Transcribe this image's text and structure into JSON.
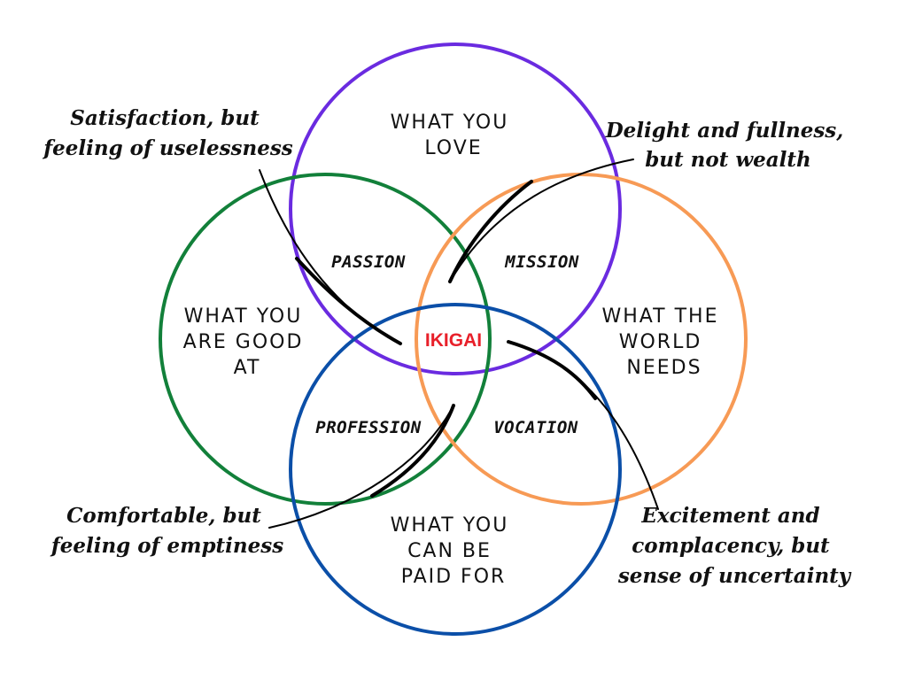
{
  "circles": [
    {
      "id": "love",
      "lines": [
        "WHAT YOU",
        "LOVE"
      ],
      "color": "#6a2be0"
    },
    {
      "id": "good",
      "lines": [
        "WHAT YOU",
        "ARE GOOD",
        "AT"
      ],
      "color": "#12803a"
    },
    {
      "id": "world",
      "lines": [
        "WHAT THE",
        "WORLD",
        "NEEDS"
      ],
      "color": "#f79a55"
    },
    {
      "id": "paid",
      "lines": [
        "WHAT YOU",
        "CAN BE",
        "PAID FOR"
      ],
      "color": "#0b4fa8"
    }
  ],
  "overlaps": {
    "passion": "PASSION",
    "mission": "MISSION",
    "profession": "PROFESSION",
    "vocation": "VOCATION"
  },
  "center": {
    "label": "IKIGAI",
    "color": "#e8202a"
  },
  "callouts": {
    "top_left": [
      "Satisfaction, but",
      "feeling of uselessness"
    ],
    "top_right": [
      "Delight and fullness,",
      "but not wealth"
    ],
    "bottom_left": [
      "Comfortable, but",
      "feeling of emptiness"
    ],
    "bottom_right": [
      "Excitement and",
      "complacency, but",
      "sense of uncertainty"
    ]
  }
}
